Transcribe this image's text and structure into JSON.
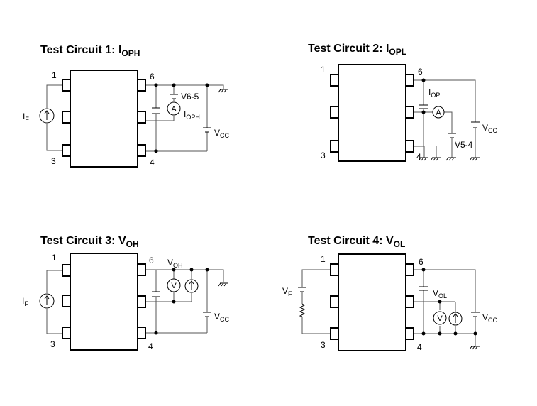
{
  "circuits": [
    {
      "title_main": "Test Circuit 1: I",
      "title_sub": "OPH",
      "pins": [
        "1",
        "3",
        "6",
        "4"
      ],
      "labels": {
        "source": {
          "main": "I",
          "sub": "F"
        },
        "supply_v": {
          "main": "V6-5",
          "sub": ""
        },
        "meter_label": {
          "main": "I",
          "sub": "OPH"
        },
        "vcc": {
          "main": "V",
          "sub": "CC"
        }
      },
      "meter_symbol": "A"
    },
    {
      "title_main": "Test Circuit 2: I",
      "title_sub": "OPL",
      "pins": [
        "1",
        "3",
        "6",
        "4"
      ],
      "labels": {
        "meter_label": {
          "main": "I",
          "sub": "OPL"
        },
        "supply_v": {
          "main": "V5-4",
          "sub": ""
        },
        "vcc": {
          "main": "V",
          "sub": "CC"
        }
      },
      "meter_symbol": "A"
    },
    {
      "title_main": "Test Circuit 3: V",
      "title_sub": "OH",
      "pins": [
        "1",
        "3",
        "6",
        "4"
      ],
      "labels": {
        "source": {
          "main": "I",
          "sub": "F"
        },
        "meter_label": {
          "main": "V",
          "sub": "OH"
        },
        "vcc": {
          "main": "V",
          "sub": "CC"
        }
      },
      "meter_symbol": "V"
    },
    {
      "title_main": "Test Circuit 4: V",
      "title_sub": "OL",
      "pins": [
        "1",
        "3",
        "6",
        "4"
      ],
      "labels": {
        "source": {
          "main": "V",
          "sub": "F"
        },
        "meter_label": {
          "main": "V",
          "sub": "OL"
        },
        "vcc": {
          "main": "V",
          "sub": "CC"
        }
      },
      "meter_symbol": "V"
    }
  ]
}
